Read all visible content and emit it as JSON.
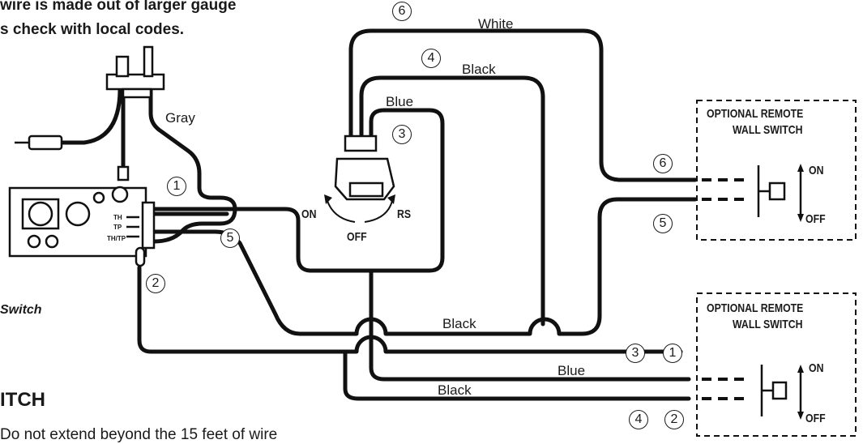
{
  "header": {
    "line1": "wire is made out of larger gauge",
    "line2": "s check with local codes."
  },
  "side_caption": "Switch",
  "section_title": "ITCH",
  "footer_text": "Do not extend beyond the 15 feet of wire",
  "wire_labels": {
    "white": "White",
    "black_top": "Black",
    "blue_top": "Blue",
    "gray": "Gray",
    "black_mid": "Black",
    "blue_bottom": "Blue",
    "black_bottom": "Black"
  },
  "rocker_switch": {
    "on": "ON",
    "off": "OFF",
    "rs": "RS"
  },
  "terminals": {
    "th": "TH",
    "tp": "TP",
    "thtp": "TH/TP"
  },
  "remote_switch_top": {
    "title_line1": "OPTIONAL REMOTE",
    "title_line2": "WALL SWITCH",
    "on": "ON",
    "off": "OFF"
  },
  "remote_switch_bottom": {
    "title_line1": "OPTIONAL REMOTE",
    "title_line2": "WALL SWITCH",
    "on": "ON",
    "off": "OFF"
  },
  "callouts": {
    "c6_top": "6",
    "c4_top": "4",
    "c3_switch": "3",
    "c1_valve": "1",
    "c5_valve": "5",
    "c2_valve": "2",
    "c6_remote": "6",
    "c5_remote": "5",
    "c3_remote": "3",
    "c1_remote": "1",
    "c4_remote": "4",
    "c2_remote": "2"
  }
}
